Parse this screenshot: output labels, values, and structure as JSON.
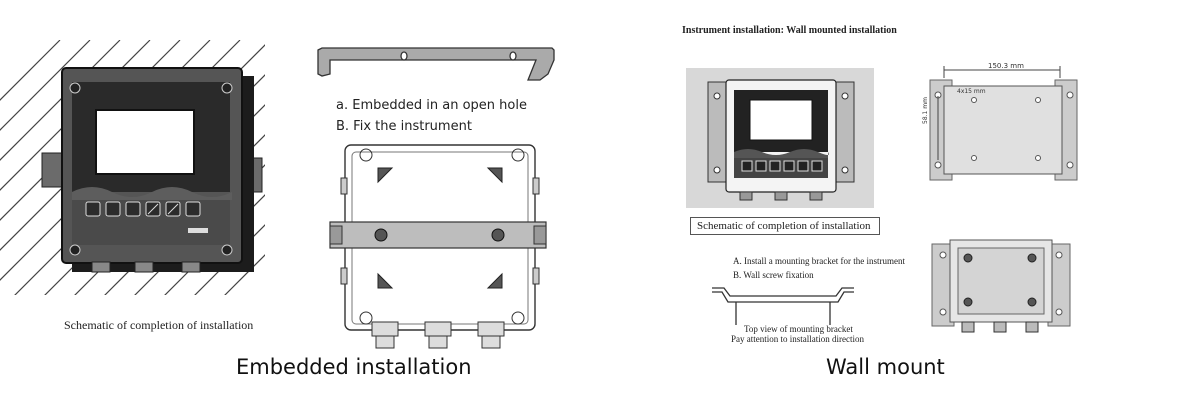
{
  "embedded": {
    "schematic_caption": "Schematic of completion of installation",
    "step_a": "a.  Embedded in an open hole",
    "step_b": "B.  Fix the instrument",
    "title": "Embedded installation"
  },
  "wall": {
    "header": "Instrument installation: Wall mounted installation",
    "schematic_caption": "Schematic of completion of installation",
    "step_a": "A. Install a mounting bracket for the instrument",
    "step_b": "B. Wall screw fixation",
    "bracket_note_1": "Top view of mounting bracket",
    "bracket_note_2": "Pay attention to installation direction",
    "dim_width": "150.3 mm",
    "dim_hole": "4x15 mm",
    "dim_height": "58.1 mm",
    "title": "Wall mount"
  },
  "icons": [
    "wall-hatch-icon",
    "instrument-front-icon",
    "mounting-bracket-icon",
    "enclosure-back-icon",
    "mounting-plate-icon",
    "cable-gland-icon",
    "screw-icon"
  ]
}
